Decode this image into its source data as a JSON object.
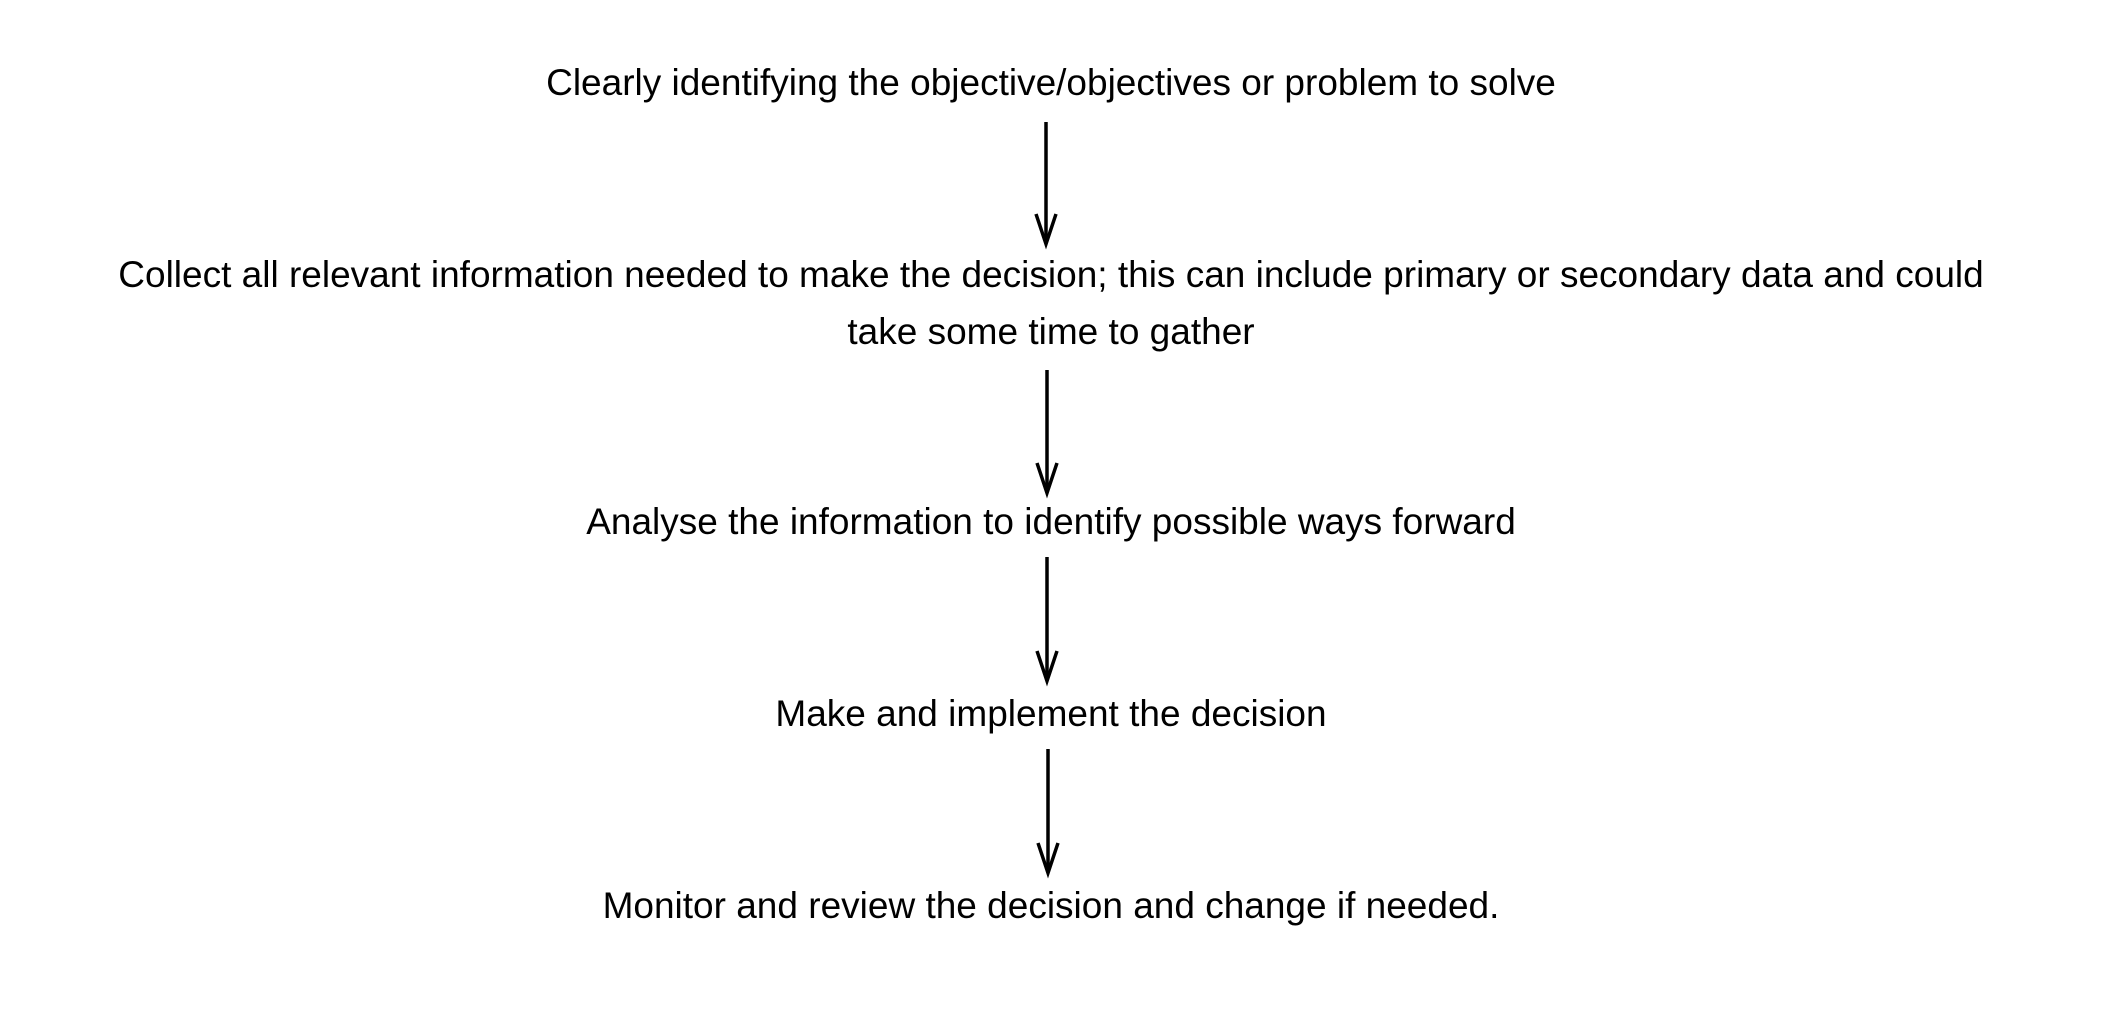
{
  "steps": [
    {
      "text": "Clearly identifying the objective/objectives or problem to solve"
    },
    {
      "line1": "Collect all relevant information needed to make the decision; this can include primary or secondary data and could",
      "line2": "take some time to gather"
    },
    {
      "text": "Analyse the information to identify possible ways forward"
    },
    {
      "text": "Make and implement the decision"
    },
    {
      "text": "Monitor and review the decision and change if needed."
    }
  ],
  "colors": {
    "text": "#000000",
    "arrow": "#000000",
    "background": "#ffffff"
  }
}
